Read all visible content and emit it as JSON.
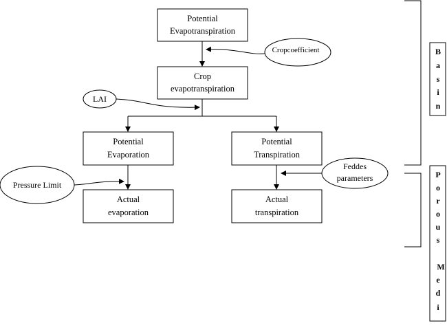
{
  "boxes": {
    "potential_evapotranspiration": [
      "Potential",
      "Evapotranspiration"
    ],
    "crop_evapotranspiration": [
      "Crop",
      "evapotranspiration"
    ],
    "potential_evaporation": [
      "Potential",
      "Evaporation"
    ],
    "potential_transpiration": [
      "Potential",
      "Transpiration"
    ],
    "actual_evaporation": [
      "Actual",
      "evaporation"
    ],
    "actual_transpiration": [
      "Actual",
      "transpiration"
    ]
  },
  "ellipses": {
    "cropcoefficient": "Cropcoefficient",
    "lai": "LAI",
    "pressure_limit": "Pressure Limit",
    "feddes": [
      "Feddes",
      "parameters"
    ]
  },
  "side_labels": {
    "basin": [
      "B",
      "a",
      "s",
      "i",
      "n"
    ],
    "porous_media": [
      "P",
      "o",
      "r",
      "o",
      "u",
      "s",
      "",
      "M",
      "e",
      "d",
      "i"
    ]
  }
}
